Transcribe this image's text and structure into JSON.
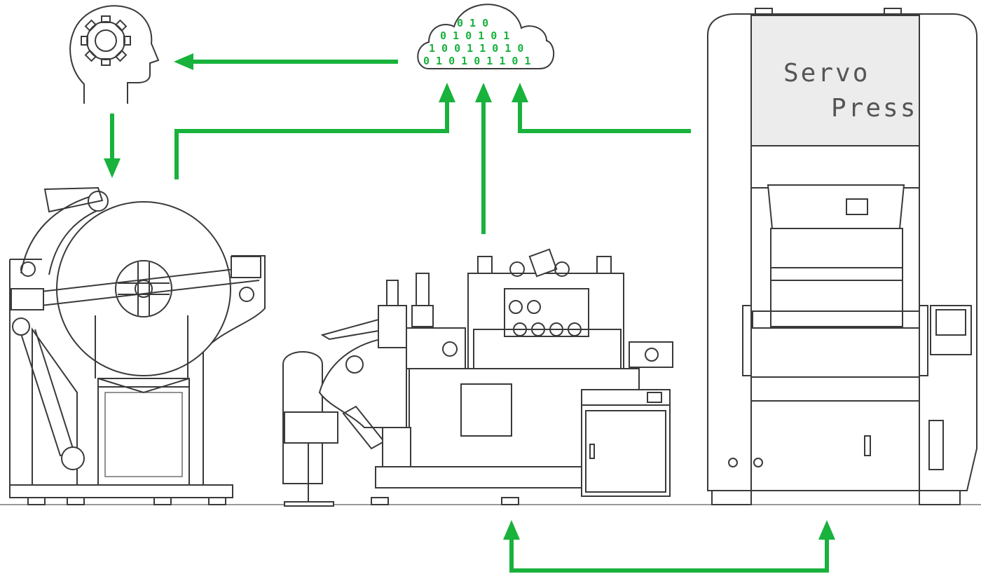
{
  "press": {
    "label_line1": "Servo",
    "label_line2": "Press"
  },
  "cloud": {
    "binary_rows": [
      "0 1 0",
      "0 1 0 1 0 1",
      "1 0 0 1 1 0 1 0",
      "0 1 0 1 0 1 1 0 1"
    ]
  },
  "colors": {
    "flow": "#18b23c",
    "line": "#3a3a3a",
    "panel": "#ececec"
  },
  "icons": {
    "brain": "head-with-gear-icon",
    "cloud": "data-cloud-icon"
  }
}
